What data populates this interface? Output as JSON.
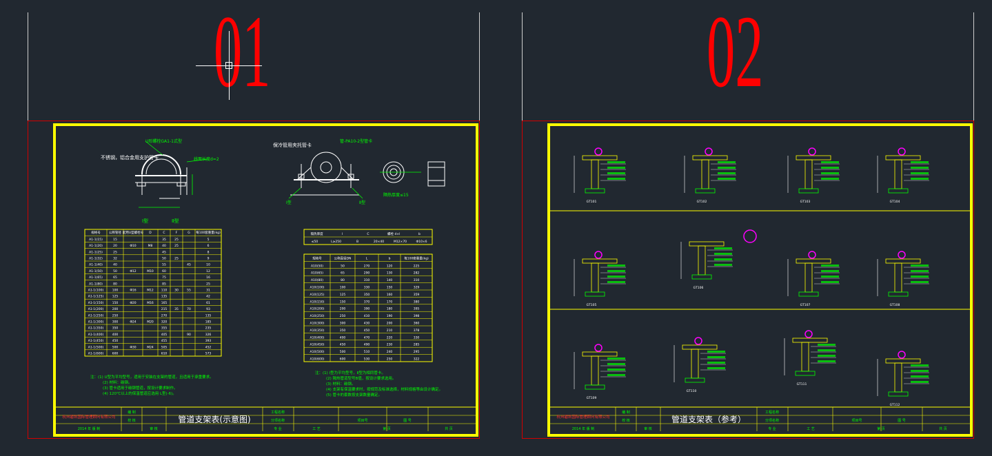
{
  "sheets": [
    {
      "number": "01",
      "title": "管道支架表(示意图)",
      "company": "杭州碧凯国际管理顾问有限公司",
      "drawing_labels": {
        "top_left_callout": "U形螺栓GA1-1式型",
        "side_note": "不锈钢，铝合金用支护管卡",
        "right_callout": "线面长度d=2",
        "bottom_left": "Ⅰ型",
        "bottom_right": "Ⅱ型",
        "clamp_title": "管-PA10-2型管卡",
        "clamp_note": "保冷管用夹托管卡",
        "clamp_left": "Ⅰ型",
        "clamp_right": "Ⅱ型",
        "ring_note": "隔热厚度≤15"
      },
      "table_headers": [
        "规格号",
        "公称管径",
        "配用U型螺栓号",
        "D",
        "C",
        "F",
        "G",
        "每100套重量(kg)"
      ],
      "table_rows": [
        [
          "A1-1(15)",
          "15",
          "",
          "",
          "35",
          "25",
          "",
          "5"
        ],
        [
          "A1-1(20)",
          "20",
          "Φ10",
          "M8",
          "40",
          "25",
          "",
          "6"
        ],
        [
          "A1-1(25)",
          "25",
          "",
          "",
          "45",
          "",
          "",
          "8"
        ],
        [
          "A1-1(32)",
          "32",
          "",
          "",
          "50",
          "25",
          "",
          "9"
        ],
        [
          "A1-1(40)",
          "40",
          "",
          "",
          "55",
          "",
          "45",
          "10"
        ],
        [
          "A1-1(50)",
          "50",
          "Φ12",
          "M10",
          "60",
          "",
          "",
          "12"
        ],
        [
          "A1-1(65)",
          "65",
          "",
          "",
          "75",
          "",
          "",
          "16"
        ],
        [
          "A1-1(80)",
          "80",
          "",
          "",
          "85",
          "",
          "",
          "25"
        ],
        [
          "A1-1(100)",
          "100",
          "Φ16",
          "M12",
          "110",
          "30",
          "55",
          "31"
        ],
        [
          "A1-1(125)",
          "125",
          "",
          "",
          "135",
          "",
          "",
          "42"
        ],
        [
          "A1-1(150)",
          "150",
          "Φ20",
          "M16",
          "165",
          "",
          "",
          "61"
        ],
        [
          "A1-1(200)",
          "200",
          "",
          "",
          "215",
          "35",
          "70",
          "93"
        ],
        [
          "A1-1(250)",
          "250",
          "",
          "",
          "270",
          "",
          "",
          "135"
        ],
        [
          "A1-1(300)",
          "300",
          "Φ24",
          "M20",
          "320",
          "",
          "",
          "185"
        ],
        [
          "A1-1(350)",
          "350",
          "",
          "",
          "355",
          "",
          "",
          "235"
        ],
        [
          "A1-1(400)",
          "400",
          "",
          "",
          "405",
          "",
          "90",
          "326"
        ],
        [
          "A1-1(450)",
          "450",
          "",
          "",
          "455",
          "",
          "",
          "393"
        ],
        [
          "A1-1(500)",
          "500",
          "Φ30",
          "M24",
          "505",
          "",
          "",
          "452"
        ],
        [
          "A1-1(600)",
          "600",
          "",
          "",
          "610",
          "",
          "",
          "573"
        ]
      ],
      "table2_header_rows": [
        [
          "隔热厚度",
          "Ⅰ",
          "C",
          "螺栓 d×l",
          "b"
        ],
        [
          "≤50",
          "L≥250",
          "B",
          "20×40",
          "M12×70",
          "Φ10×6"
        ]
      ],
      "table2_headers": [
        "规格号",
        "公称直径DN",
        "L",
        "b",
        "每100套重量(kg)"
      ],
      "table2_rows": [
        [
          "A10(50)",
          "50",
          "270",
          "120",
          "225"
        ],
        [
          "A10(65)",
          "65",
          "290",
          "130",
          "282"
        ],
        [
          "A10(80)",
          "80",
          "310",
          "140",
          "310"
        ],
        [
          "A10(100)",
          "100",
          "330",
          "150",
          "329"
        ],
        [
          "A10(125)",
          "125",
          "350",
          "160",
          "359"
        ],
        [
          "A10(150)",
          "150",
          "370",
          "170",
          "380"
        ],
        [
          "A10(200)",
          "200",
          "390",
          "180",
          "395"
        ],
        [
          "A10(250)",
          "250",
          "410",
          "190",
          "398"
        ],
        [
          "A10(300)",
          "300",
          "430",
          "200",
          "360"
        ],
        [
          "A10(350)",
          "350",
          "450",
          "210",
          "378"
        ],
        [
          "A10(400)",
          "400",
          "470",
          "220",
          "330"
        ],
        [
          "A10(450)",
          "450",
          "490",
          "230",
          "285"
        ],
        [
          "A10(500)",
          "500",
          "510",
          "240",
          "295"
        ],
        [
          "A10(600)",
          "600",
          "530",
          "250",
          "322"
        ]
      ],
      "notes_left": [
        "注：(1) U型为平均型号，适用于安装在支架的管道，且适用于承重要求。",
        "(2) 材料：碳钢。",
        "(3) 管卡适用于碳钢管道，按设计要求制作。",
        "(4) 120℃以上的保温管道应选用 L型(-6)。"
      ],
      "notes_right": [
        "注：(1) Ⅰ型为平均型号，Ⅱ型为相同管卡。",
        "(2) 隔热管道型号B值，按设计要求选用。",
        "(3) 材料：碳钢。",
        "(4) 支架有保温要求时，按规范及标准选择，材料规格等由设计确定。",
        "(5) 管卡的套数按支架数量确定。"
      ],
      "title_block": {
        "design": "编 制",
        "check": "校 核",
        "approve": "审 核",
        "project_name": "工程名称",
        "sub_project": "分项名称",
        "project_no": "项目号",
        "drawing_no": "图 号",
        "year": "2014 年 版 制",
        "specialty": "专 业",
        "stage": "工 艺",
        "sheet_label": "第 页",
        "total_label": "共 页"
      }
    },
    {
      "number": "02",
      "title": "管道支架表（参考）",
      "company": "杭州碧凯国际管理顾问有限公司",
      "detail_labels": [
        "GT101",
        "GT102",
        "GT103",
        "GT104",
        "GT105",
        "GT106",
        "GT107",
        "GT108",
        "GT109",
        "GT110",
        "GT111",
        "GT112"
      ],
      "title_block": {
        "design": "编 制",
        "check": "校 核",
        "approve": "审 核",
        "project_name": "工程名称",
        "sub_project": "分项名称",
        "project_no": "项目号",
        "drawing_no": "图 号",
        "year": "2014 年 版 制",
        "specialty": "专 业",
        "stage": "工 艺",
        "sheet_label": "第 页",
        "total_label": "共 页"
      }
    }
  ],
  "colors": {
    "background": "#212830",
    "frame_red": "#d40000",
    "border_yellow": "#ffff00",
    "line_green": "#00ff00",
    "text_white": "#ffffff",
    "pipe_magenta": "#ff00ff",
    "company_red": "#ff3030"
  }
}
